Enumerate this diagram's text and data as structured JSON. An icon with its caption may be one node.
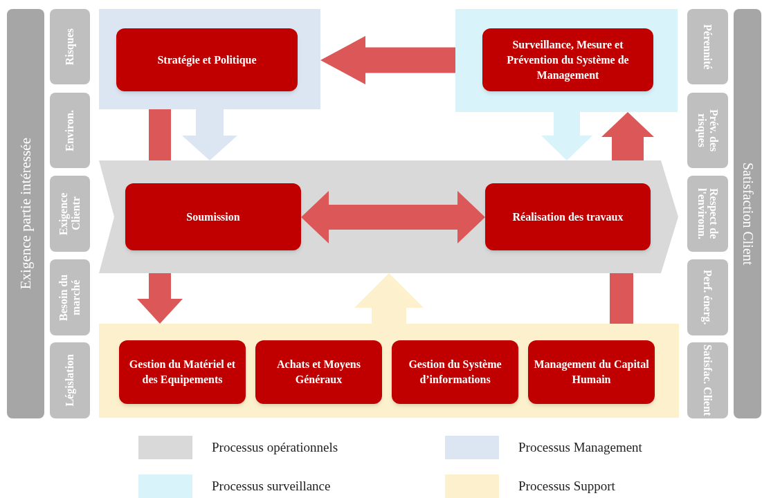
{
  "diagram": {
    "nodes": [
      {
        "text": [
          "Exigence partie intéressée"
        ]
      },
      {
        "text": [
          "Risques"
        ]
      },
      {
        "text": [
          "Environ."
        ]
      },
      {
        "text": [
          "Exigence Clientr"
        ]
      },
      {
        "text": [
          "Besoin du marché"
        ]
      },
      {
        "text": [
          "Législation"
        ]
      },
      {
        "text": [
          "Satisfaction Client"
        ]
      },
      {
        "text": [
          "Pérennité"
        ]
      },
      {
        "text": [
          "Prév. des risques"
        ]
      },
      {
        "text": [
          "Respect de l'environn."
        ]
      },
      {
        "text": [
          "Perf. énerg."
        ]
      },
      {
        "text": [
          "Satisfac. Client"
        ]
      },
      {
        "text": [],
        "shape": "box"
      },
      {
        "text": [
          "Stratégie et Politique"
        ],
        "in": 12
      },
      {
        "text": [],
        "shape": "box"
      },
      {
        "text": [
          "Surveillance, Mesure et Prévention du Système de Management"
        ],
        "in": 14
      },
      {
        "text": [],
        "shape": "chevron"
      },
      {
        "text": [
          "Soumission"
        ],
        "in": 16
      },
      {
        "text": [
          "Réalisation des travaux"
        ],
        "in": 16
      },
      {
        "text": [],
        "shape": "box"
      },
      {
        "text": [
          "Gestion du Matériel et des Equipements"
        ],
        "in": 19
      },
      {
        "text": [
          "Achats et Moyens Généraux"
        ],
        "in": 19
      },
      {
        "text": [
          "Gestion du Système d’informations"
        ],
        "in": 19
      },
      {
        "text": [
          "Management du Capital Humain"
        ],
        "in": 19
      }
    ],
    "edges": [
      {
        "from": 14,
        "to": 12,
        "arrow": "to"
      },
      {
        "from": 12,
        "to": 16,
        "arrow": "none"
      },
      {
        "from": 12,
        "to": 16,
        "arrow": "to",
        "color": "#dce6f2"
      },
      {
        "from": 14,
        "to": 16,
        "arrow": "to",
        "color": "#d9f3fa"
      },
      {
        "from": 16,
        "to": 14,
        "arrow": "to"
      },
      {
        "from": 16,
        "to": 19,
        "arrow": "to"
      },
      {
        "from": 19,
        "to": 16,
        "arrow": "to",
        "color": "#fdf0cc"
      },
      {
        "from": 19,
        "to": 16,
        "arrow": "none"
      },
      {
        "from": 17,
        "to": 18,
        "arrow": "both"
      }
    ],
    "legend": [
      {
        "text": "Processus opérationnels",
        "color": "#d9d9d9"
      },
      {
        "text": "Processus Management",
        "color": "#dce6f2"
      },
      {
        "text": "Processus surveillance",
        "color": "#d9f3fa"
      },
      {
        "text": "Processus Support",
        "color": "#fdf0cc"
      }
    ]
  }
}
